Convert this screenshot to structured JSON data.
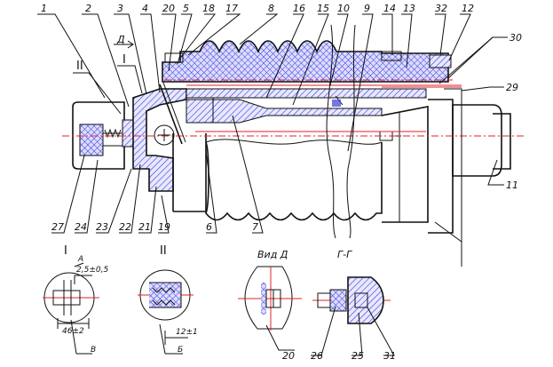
{
  "callouts_top": [
    "1",
    "2",
    "3",
    "4",
    "20",
    "5",
    "18",
    "17",
    "8",
    "16",
    "15",
    "10",
    "9",
    "14",
    "13",
    "32",
    "12"
  ],
  "callouts_right": [
    "30",
    "29",
    "11"
  ],
  "callouts_bottom": [
    "27",
    "24",
    "23",
    "22",
    "21",
    "19",
    "6",
    "7"
  ],
  "roman_labels": {
    "detail_1": "I",
    "detail_2": "II"
  },
  "view_marker": "Д",
  "details": {
    "detail_1": {
      "title": "I",
      "dim_top": "2,5±0,5",
      "dim_bottom": "46±2",
      "label_a": "A",
      "label_b": "B"
    },
    "detail_2": {
      "title": "II",
      "dim": "12±1",
      "label": "Б"
    },
    "view_d": {
      "title": "Вид Д",
      "callout": "20"
    },
    "section_gg": {
      "title": "Г-Г",
      "callouts": [
        "26",
        "25",
        "31"
      ]
    }
  },
  "colors": {
    "hatch": "#3a3ad8",
    "centerline": "#e0202a",
    "line": "#111111"
  }
}
